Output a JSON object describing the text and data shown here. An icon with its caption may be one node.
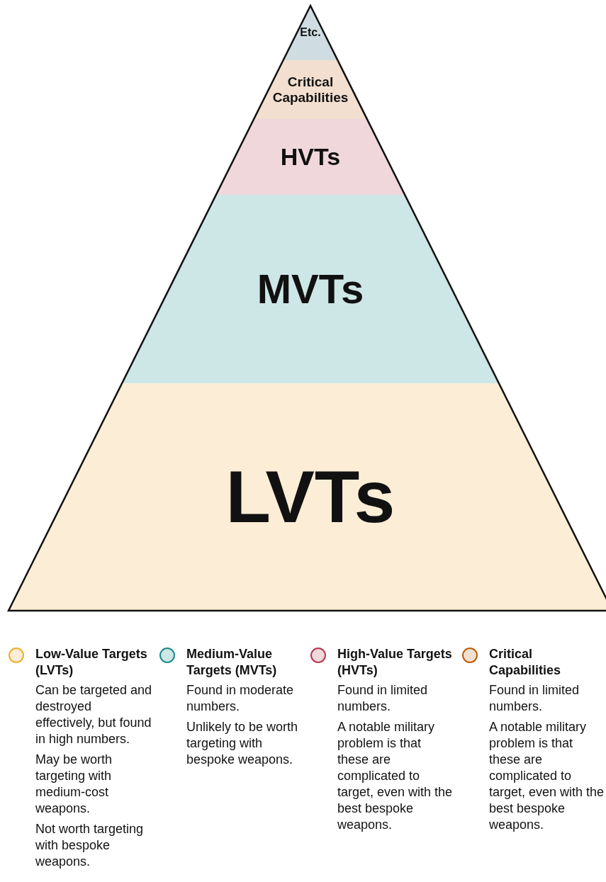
{
  "diagram": {
    "nodes": [
      {
        "text": [
          "Etc."
        ]
      },
      {
        "text": [
          "Critical Capabilities"
        ]
      },
      {
        "text": [
          "HVTs"
        ]
      },
      {
        "text": [
          "MVTs"
        ]
      },
      {
        "text": [
          "LVTs"
        ]
      }
    ],
    "labels": [
      "Can be targeted and destroyed effectively, but found in high numbers.",
      "May be worth targeting with medium-cost weapons.",
      "Not worth targeting with bespoke weapons.",
      "Found in moderate numbers.",
      "Unlikely to be worth targeting with bespoke weapons.",
      "Found in limited numbers.",
      "A notable military problem is that these are complicated to target, even with the best bespoke weapons.",
      "Found in limited numbers.",
      "A notable military problem is that these are complicated to target, even with the best bespoke weapons."
    ],
    "legend": [
      {
        "text": "Low-Value Targets (LVTs)",
        "color": "#fcedd6"
      },
      {
        "text": "Medium-Value Targets (MVTs)",
        "color": "#cde6e6"
      },
      {
        "text": "High-Value Targets (HVTs)",
        "color": "#efd7dc"
      },
      {
        "text": "Critical Capabilities",
        "color": "#f2dfcf"
      }
    ]
  }
}
